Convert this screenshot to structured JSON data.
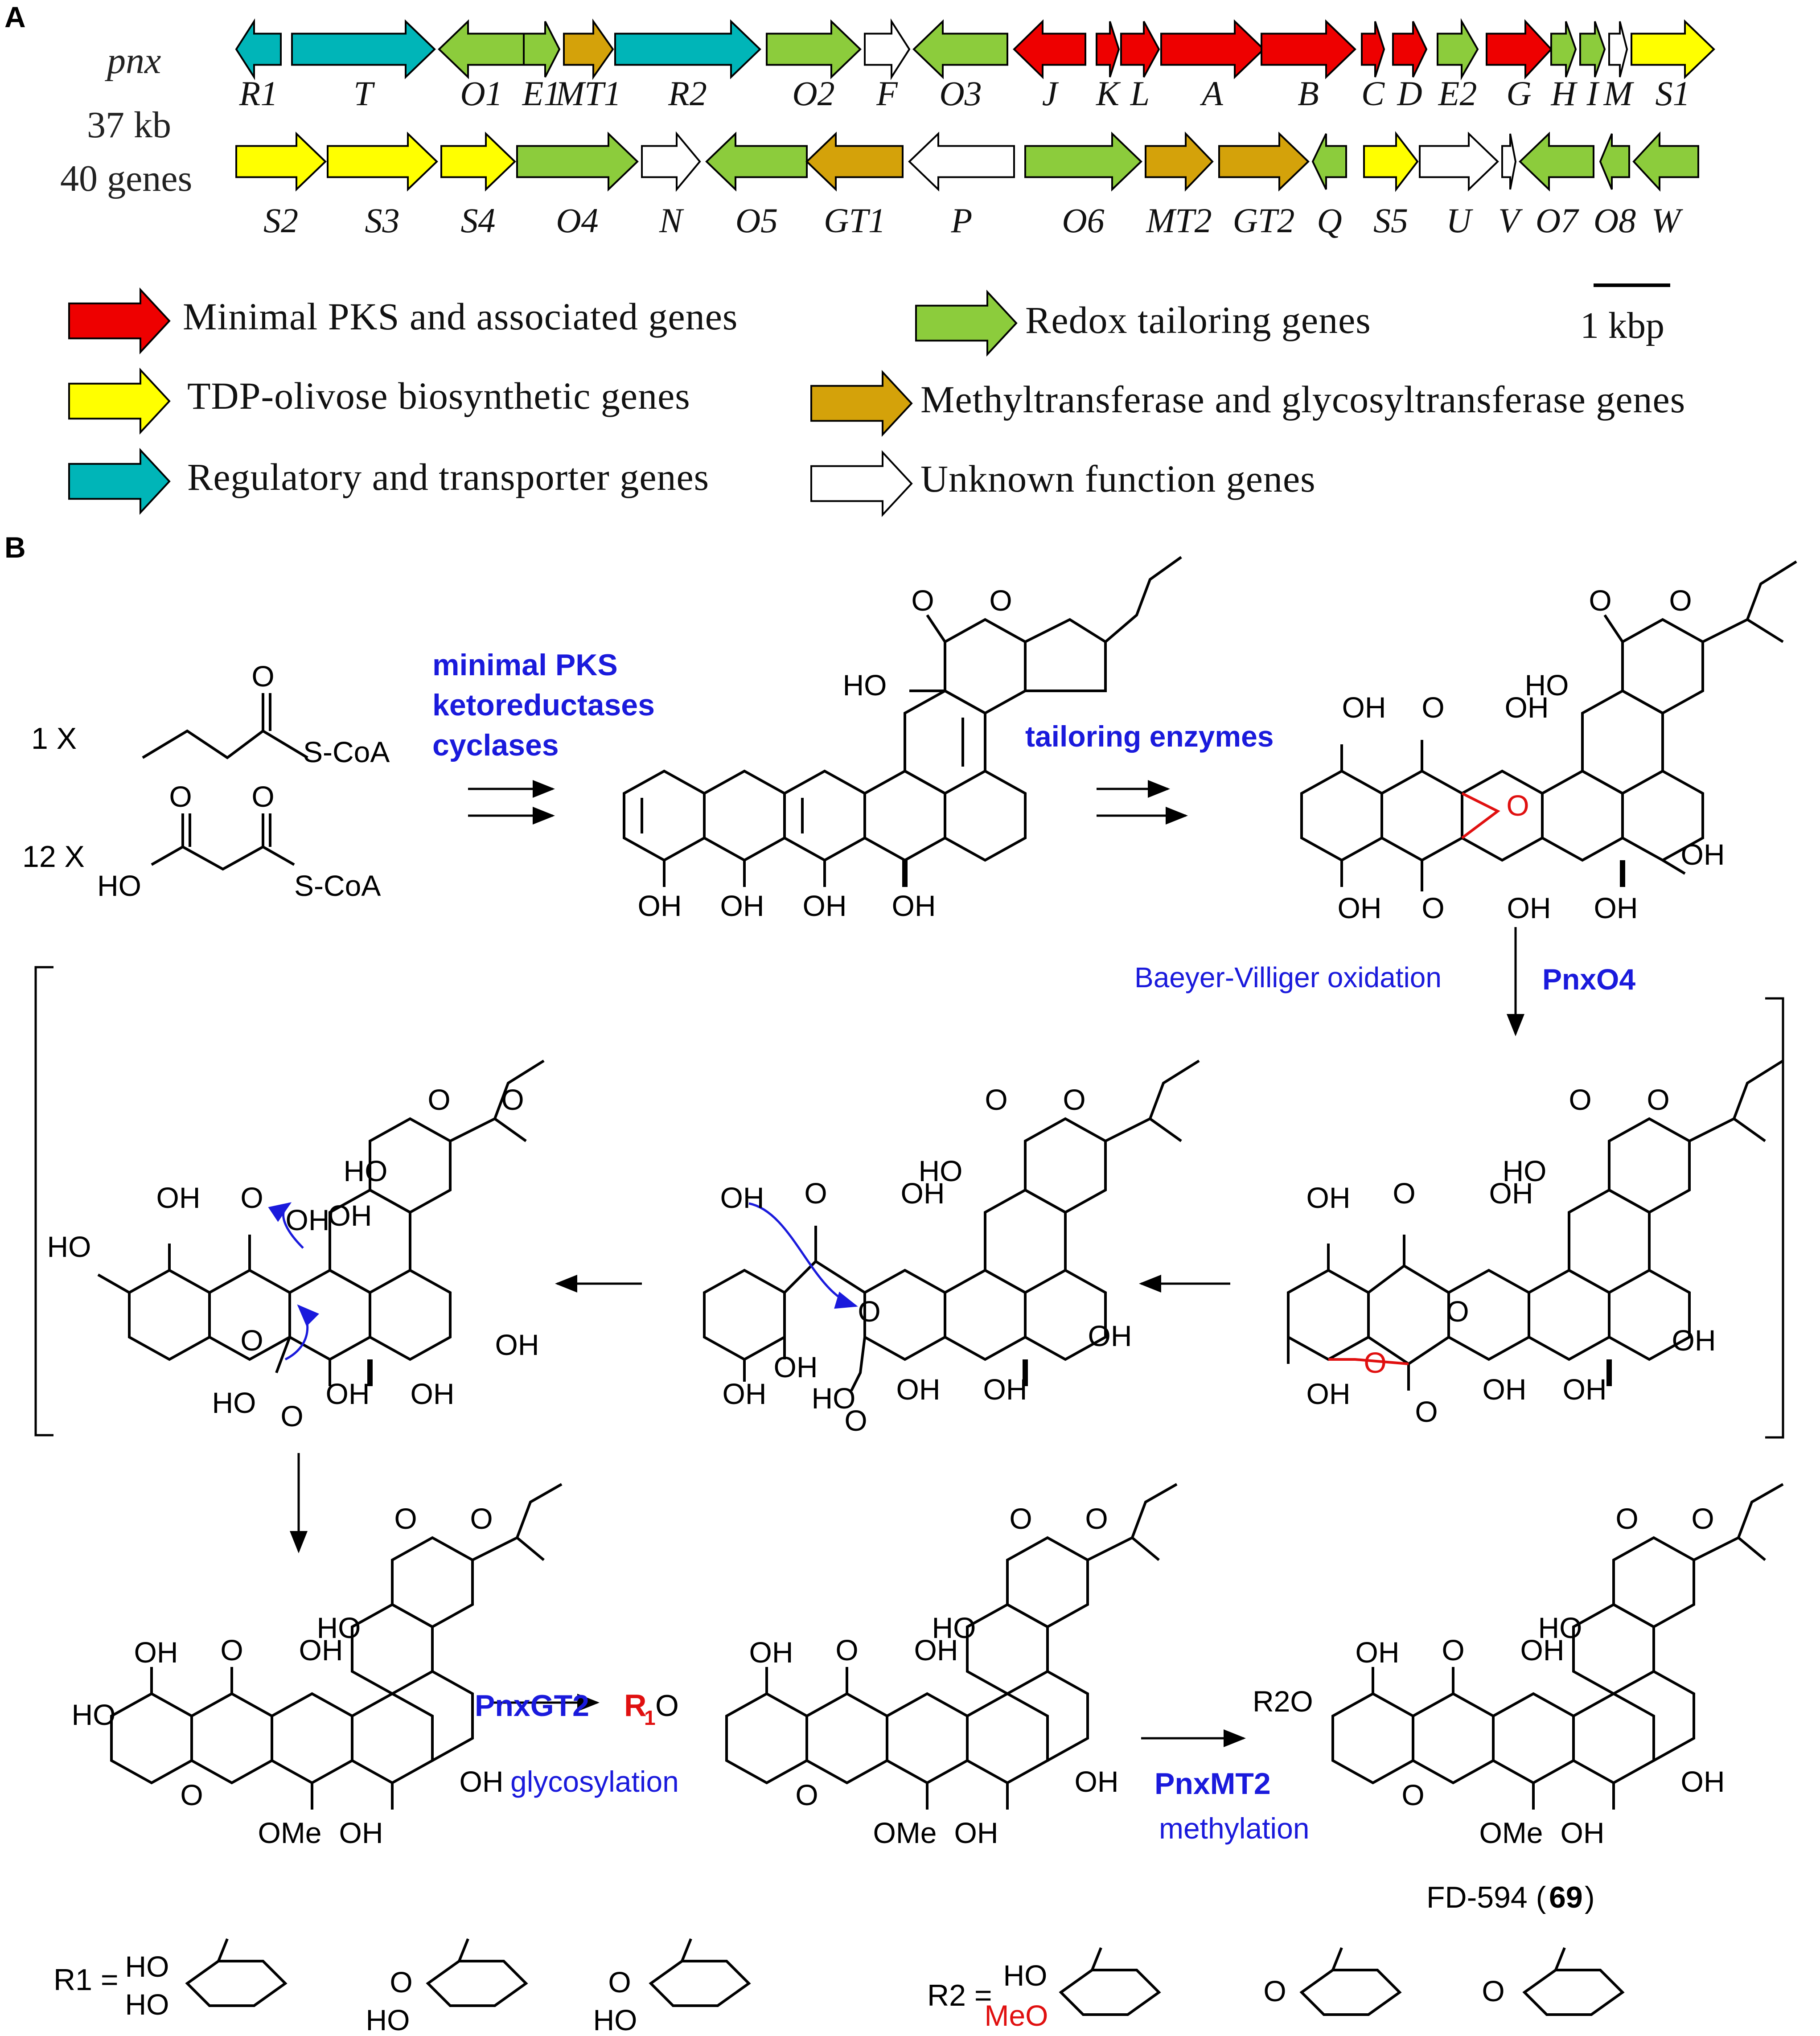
{
  "panels": {
    "a": "A",
    "b": "B"
  },
  "cluster": {
    "name": "pnx",
    "size": "37 kb",
    "gene_count": "40 genes"
  },
  "colors": {
    "pks": "#ee0000",
    "olivose": "#ffff00",
    "regulatory": "#00b5b8",
    "redox": "#8ccc3c",
    "mt_gt": "#d4a20a",
    "unknown": "#ffffff",
    "blue_text": "#1a1adc",
    "red_text": "#e01010"
  },
  "row1": [
    {
      "label": "R1",
      "type": "regulatory",
      "dir": "left"
    },
    {
      "label": "T",
      "type": "regulatory",
      "dir": "right"
    },
    {
      "label": "O1",
      "type": "redox",
      "dir": "left"
    },
    {
      "label": "E1",
      "type": "redox",
      "dir": "right"
    },
    {
      "label": "MT1",
      "type": "mt_gt",
      "dir": "right"
    },
    {
      "label": "R2",
      "type": "regulatory",
      "dir": "right"
    },
    {
      "label": "O2",
      "type": "redox",
      "dir": "right"
    },
    {
      "label": "F",
      "type": "unknown",
      "dir": "right"
    },
    {
      "label": "O3",
      "type": "redox",
      "dir": "left"
    },
    {
      "label": "J",
      "type": "pks",
      "dir": "left"
    },
    {
      "label": "K",
      "type": "pks",
      "dir": "right"
    },
    {
      "label": "L",
      "type": "pks",
      "dir": "right"
    },
    {
      "label": "A",
      "type": "pks",
      "dir": "right"
    },
    {
      "label": "B",
      "type": "pks",
      "dir": "right"
    },
    {
      "label": "C",
      "type": "pks",
      "dir": "right"
    },
    {
      "label": "D",
      "type": "pks",
      "dir": "right"
    },
    {
      "label": "E2",
      "type": "redox",
      "dir": "right"
    },
    {
      "label": "G",
      "type": "pks",
      "dir": "right"
    },
    {
      "label": "H",
      "type": "redox",
      "dir": "right"
    },
    {
      "label": "I",
      "type": "redox",
      "dir": "right"
    },
    {
      "label": "M",
      "type": "unknown",
      "dir": "right"
    },
    {
      "label": "S1",
      "type": "olivose",
      "dir": "right"
    }
  ],
  "row2": [
    {
      "label": "S2",
      "type": "olivose",
      "dir": "right"
    },
    {
      "label": "S3",
      "type": "olivose",
      "dir": "right"
    },
    {
      "label": "S4",
      "type": "olivose",
      "dir": "right"
    },
    {
      "label": "O4",
      "type": "redox",
      "dir": "right"
    },
    {
      "label": "N",
      "type": "unknown",
      "dir": "right"
    },
    {
      "label": "O5",
      "type": "redox",
      "dir": "left"
    },
    {
      "label": "GT1",
      "type": "mt_gt",
      "dir": "left"
    },
    {
      "label": "P",
      "type": "unknown",
      "dir": "left"
    },
    {
      "label": "O6",
      "type": "redox",
      "dir": "right"
    },
    {
      "label": "MT2",
      "type": "mt_gt",
      "dir": "right"
    },
    {
      "label": "GT2",
      "type": "mt_gt",
      "dir": "right"
    },
    {
      "label": "Q",
      "type": "redox",
      "dir": "left"
    },
    {
      "label": "S5",
      "type": "olivose",
      "dir": "right"
    },
    {
      "label": "U",
      "type": "unknown",
      "dir": "right"
    },
    {
      "label": "V",
      "type": "unknown",
      "dir": "right"
    },
    {
      "label": "O7",
      "type": "redox",
      "dir": "left"
    },
    {
      "label": "O8",
      "type": "redox",
      "dir": "left"
    },
    {
      "label": "W",
      "type": "redox",
      "dir": "left"
    }
  ],
  "legend": [
    {
      "type": "pks",
      "text": "Minimal PKS and associated genes"
    },
    {
      "type": "redox",
      "text": "Redox tailoring genes"
    },
    {
      "type": "olivose",
      "text": "TDP-olivose biosynthetic genes"
    },
    {
      "type": "mt_gt",
      "text": "Methyltransferase and glycosyltransferase genes"
    },
    {
      "type": "regulatory",
      "text": "Regulatory and transporter genes"
    },
    {
      "type": "unknown",
      "text": "Unknown function genes"
    }
  ],
  "scale": "1 kbp",
  "scheme": {
    "start_1_mult": "1 X",
    "start_2_mult": "12 X",
    "scoa": "S-CoA",
    "step1": [
      "minimal PKS",
      "ketoreductases",
      "cyclases"
    ],
    "step2": "tailoring enzymes",
    "step3_name": "Baeyer-Villiger oxidation",
    "step3_enzyme": "PnxO4",
    "step4_enzyme": "PnxGT2",
    "step4_name": "glycosylation",
    "step5_enzyme": "PnxMT2",
    "step5_name": "methylation",
    "product_name": "FD-594 (",
    "product_number": "69",
    "product_close": ")",
    "r1_label": "R",
    "r1_sub": "1",
    "r1_eq": "R1 =",
    "r2_eq": "R2 =",
    "r2_label": "R2O",
    "oh": "OH",
    "ho": "HO",
    "o": "O",
    "ome": "OMe",
    "meo": "MeO"
  }
}
